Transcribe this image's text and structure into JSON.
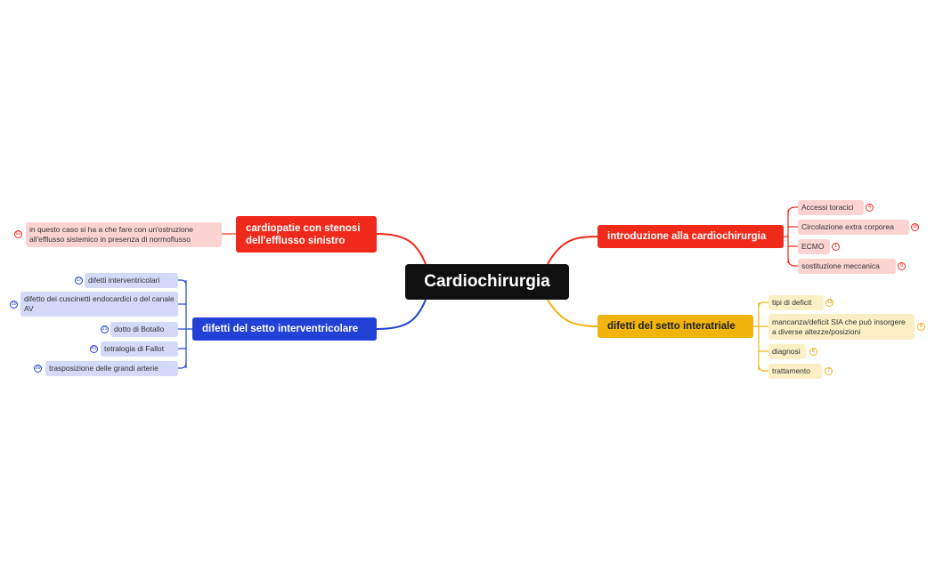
{
  "colors": {
    "red": "#f02a1b",
    "blue": "#2241d6",
    "yellow": "#f0b40c",
    "center": "#101010"
  },
  "central": {
    "label": "Cardiochirurgia"
  },
  "branches": {
    "intro": {
      "label": "introduzione alla cardiochirurgia",
      "children": [
        {
          "label": "Accessi toracici",
          "badge": "4"
        },
        {
          "label": "Circolazione extra corporea",
          "badge": "38"
        },
        {
          "label": "ECMO",
          "badge": "1"
        },
        {
          "label": "sostituzione meccanica",
          "badge": "9"
        }
      ]
    },
    "interatriale": {
      "label": "difetti del setto interatriale",
      "children": [
        {
          "label": "tipi di deficit",
          "badge": "13"
        },
        {
          "label": "mancanza/deficit SIA che può insorgere a diverse altezze/posizioni",
          "badge": "8"
        },
        {
          "label": "diagnosi",
          "badge": "6"
        },
        {
          "label": "trattamento",
          "badge": "7"
        }
      ]
    },
    "stenosi": {
      "label": "cardiopatie con stenosi dell'efflusso sinistro",
      "children": [
        {
          "label": "in questo caso si ha a che fare con un'ostruzione all'efflusso sistemico in presenza di normoflusso",
          "badge": "62"
        }
      ]
    },
    "interventricolare": {
      "label": "difetti del setto interventricolare",
      "children": [
        {
          "label": "difetti interventricolari",
          "badge": "17"
        },
        {
          "label": "difetto dei cuscinetti endocardici o del canale AV",
          "badge": "15"
        },
        {
          "label": "dotto di Botallo",
          "badge": "21"
        },
        {
          "label": "tetralogia di Fallot",
          "badge": "41"
        },
        {
          "label": "trasposizione delle grandi arterie",
          "badge": "29"
        }
      ]
    }
  }
}
